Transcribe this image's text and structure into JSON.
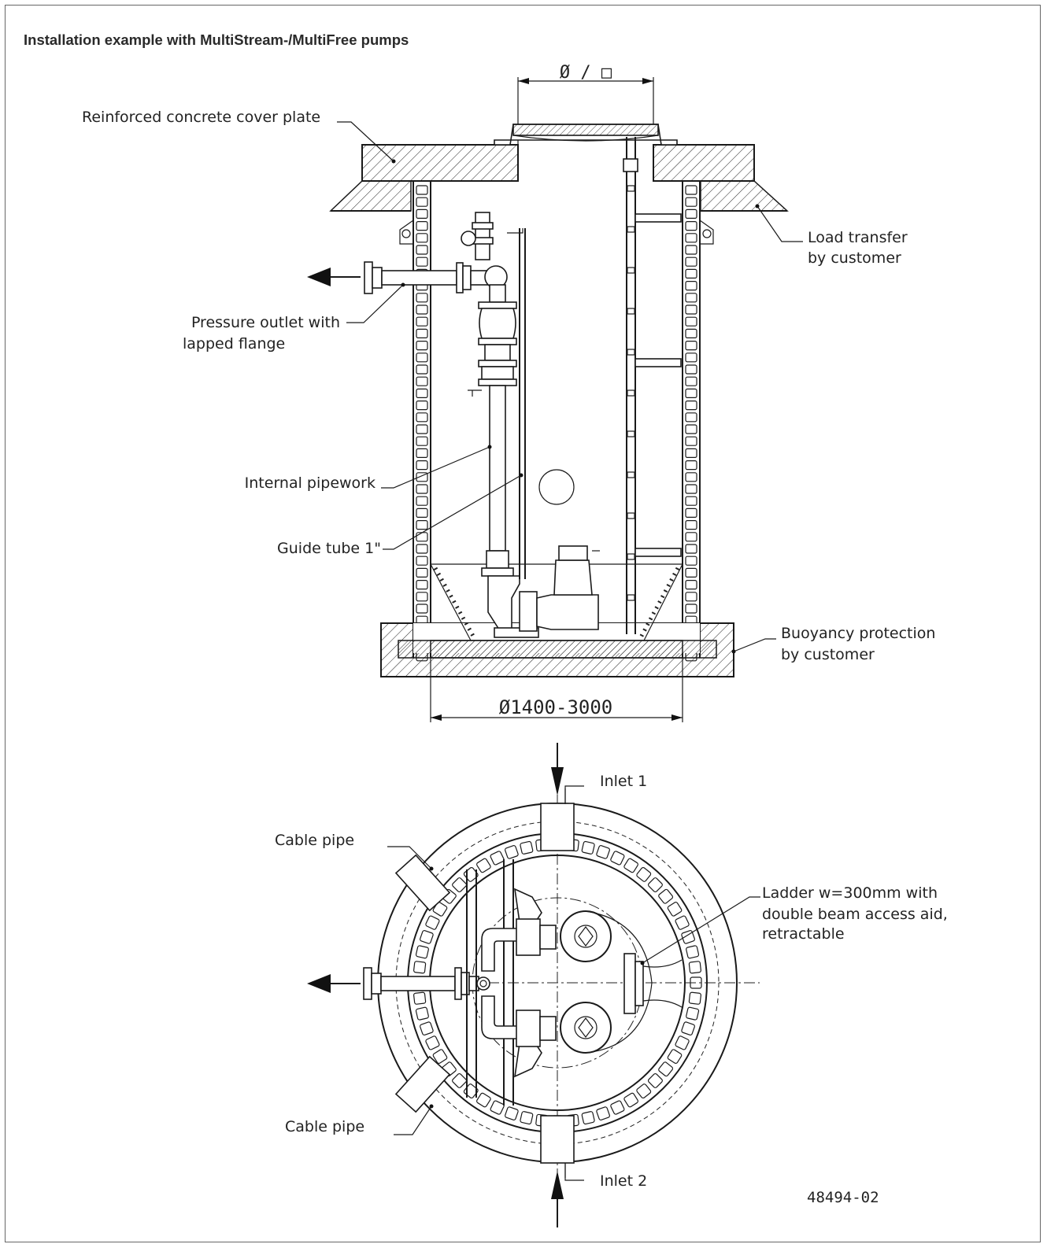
{
  "title": "Installation example with MultiStream-/MultiFree pumps",
  "dimensions": {
    "cover_opening": "Ø / □",
    "shaft_diameter": "Ø1400-3000"
  },
  "labels": {
    "cover_plate": "Reinforced concrete cover plate",
    "load_transfer_1": "Load transfer",
    "load_transfer_2": "by customer",
    "pressure_outlet_1": "Pressure outlet with",
    "pressure_outlet_2": "lapped flange",
    "internal_pipework": "Internal pipework",
    "guide_tube": "Guide tube 1\"",
    "buoyancy_1": "Buoyancy protection",
    "buoyancy_2": "by customer",
    "inlet_1": "Inlet 1",
    "inlet_2": "Inlet 2",
    "cable_pipe_top": "Cable pipe",
    "cable_pipe_bottom": "Cable pipe",
    "ladder_1": "Ladder w=300mm with",
    "ladder_2": "double beam access aid,",
    "ladder_3": "retractable",
    "drawing_number": "48494-02"
  }
}
